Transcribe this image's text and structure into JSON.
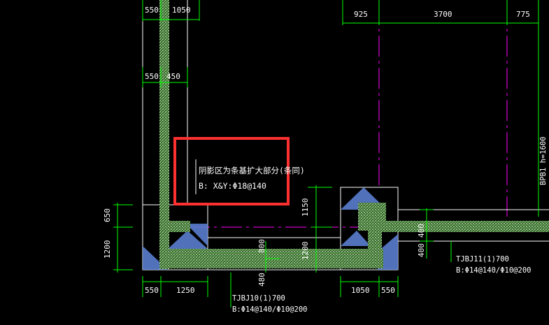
{
  "dims": {
    "top_left_550": "550",
    "top_left_1050": "1050",
    "top_925": "925",
    "top_3700": "3700",
    "top_775": "775",
    "mid_550": "550",
    "mid_450": "450",
    "left_650": "650",
    "left_1200": "1200",
    "v_1150": "1150",
    "v_800": "800",
    "v_1200": "1200",
    "v_400": "400",
    "v_480": "480",
    "v_400b": "400",
    "bot_550": "550",
    "bot_1250": "1250",
    "bot_1050": "1050",
    "bot_550b": "550"
  },
  "note": {
    "line1": "阴影区为条基扩大部分(条同)",
    "line2": "B: X&Y:Φ18@140"
  },
  "labels": {
    "tjbj10_name": "TJBJ10(1)700",
    "tjbj10_rebar": "B:Φ14@140/Φ10@200",
    "tjbj11_name": "TJBJ11(1)700",
    "tjbj11_rebar": "B:Φ14@140/Φ10@200",
    "bpb": "BPB1 h=1600"
  },
  "colors": {
    "background": "#000000",
    "dimension_line": "#00ff00",
    "hatch": "#b8e8a8",
    "hatch_light": "#c8f0c0",
    "wall_line": "#ffffff",
    "axis_line": "#ff00ff",
    "enlarged_zone": "#5a7fd0",
    "highlight_box": "#ff3030"
  }
}
